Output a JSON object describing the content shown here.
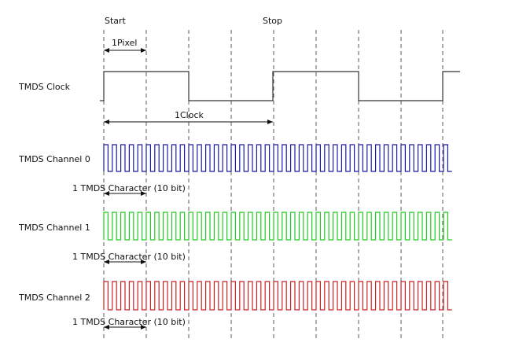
{
  "markers": {
    "start": "Start",
    "stop": "Stop"
  },
  "measures": {
    "pixel": "1Pixel",
    "clock": "1Clock"
  },
  "signals": [
    {
      "name": "TMDS Clock",
      "kind": "clock",
      "color": "#333333"
    },
    {
      "name": "TMDS Channel 0",
      "kind": "data",
      "color": "#1a1aa8"
    },
    {
      "name": "TMDS Channel 1",
      "kind": "data",
      "color": "#22cc22"
    },
    {
      "name": "TMDS Channel 2",
      "kind": "data",
      "color": "#cc2222"
    }
  ],
  "character_label": "1 TMDS Character (10 bit)"
}
